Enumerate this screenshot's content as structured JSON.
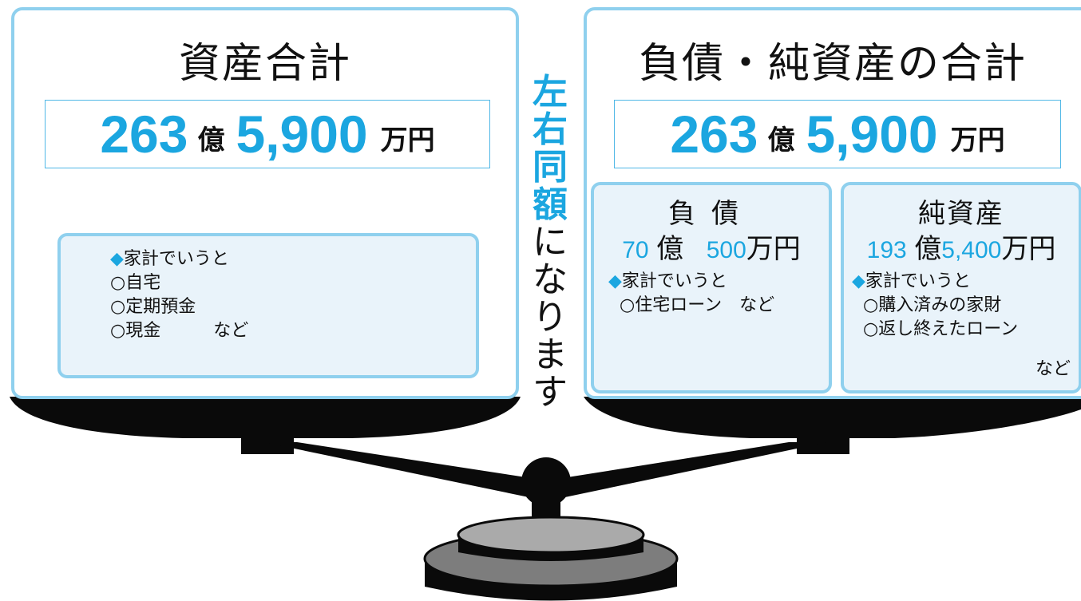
{
  "left": {
    "title": "資産合計",
    "total": {
      "oku": "263",
      "oku_unit": "億",
      "man": "5,900",
      "man_unit": "万円"
    },
    "detail": {
      "heading_marker": "◆",
      "heading": "家計でいうと",
      "items": [
        "○自宅",
        "○定期預金",
        "○現金　　　など"
      ]
    }
  },
  "right": {
    "title": "負債・純資産の合計",
    "total": {
      "oku": "263",
      "oku_unit": "億",
      "man": "5,900",
      "man_unit": "万円"
    },
    "liabilities": {
      "title": "負債",
      "oku": "70",
      "oku_unit": "億",
      "man": "500",
      "man_unit": "万円",
      "heading_marker": "◆",
      "heading": "家計でいうと",
      "items": [
        "○住宅ローン　など"
      ]
    },
    "net_assets": {
      "title": "純資産",
      "oku": "193",
      "oku_unit": "億",
      "man": "5,400",
      "man_unit": "万円",
      "heading_marker": "◆",
      "heading": "家計でいうと",
      "items": [
        "○購入済みの家財",
        "○返し終えたローン"
      ],
      "tail": "など"
    }
  },
  "center": {
    "highlight_chars": [
      "左",
      "右",
      "同",
      "額"
    ],
    "plain_chars": [
      "に",
      "な",
      "り",
      "ま",
      "す"
    ]
  },
  "colors": {
    "accent": "#1ba6e0",
    "border": "#8fd0ee",
    "sub_fill": "#e9f3fa",
    "scale": "#0a0a0a"
  }
}
